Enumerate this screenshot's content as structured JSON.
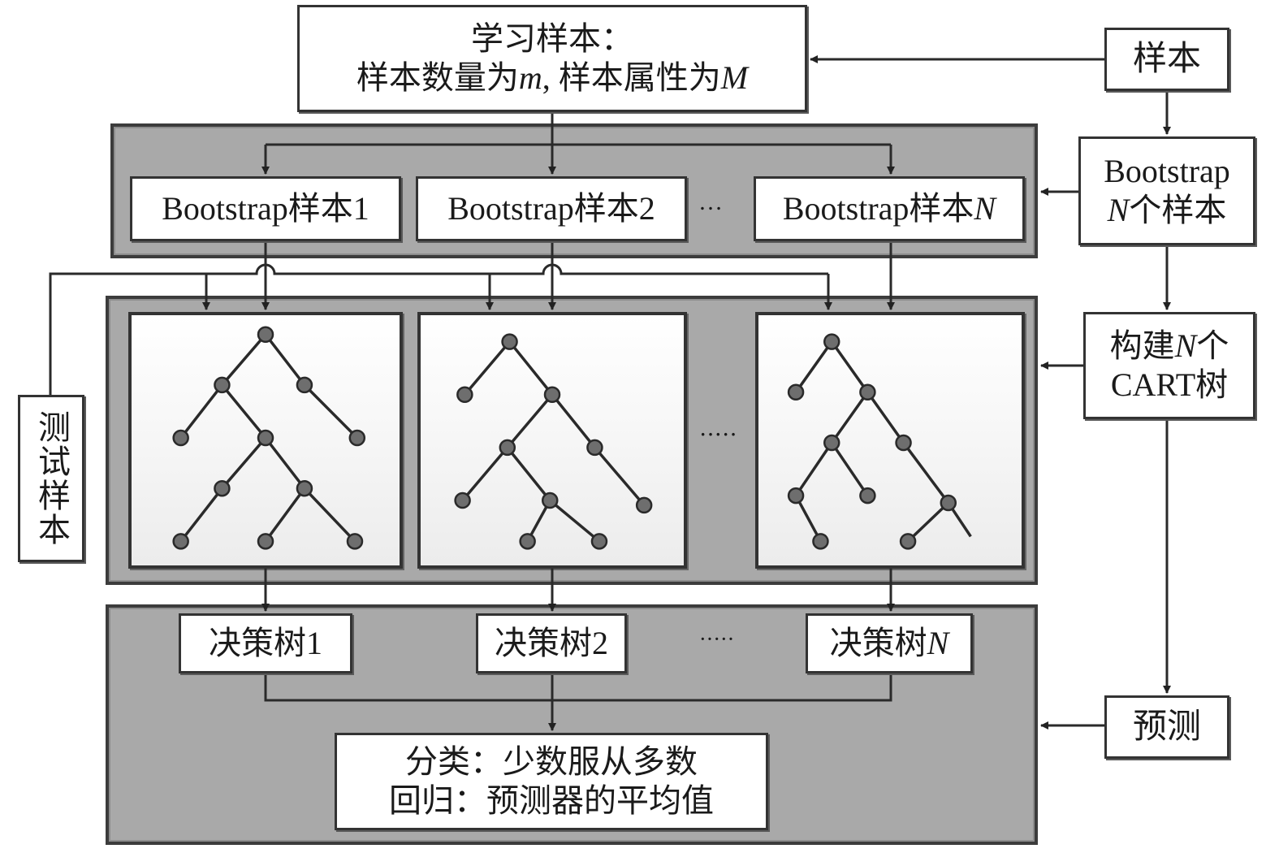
{
  "diagram": {
    "title": "Random Forest (Bootstrap + CART) workflow",
    "learning_sample": {
      "line1": "学习样本：",
      "line2_prefix": "样本数量为",
      "line2_m": "m",
      "line2_mid": ", 样本属性为",
      "line2_M": "M"
    },
    "side_steps": [
      {
        "id": "sample",
        "lines": [
          "样本"
        ]
      },
      {
        "id": "bootstrap",
        "line1": "Bootstrap",
        "line2_var": "N",
        "line2_text": "个样本"
      },
      {
        "id": "build",
        "line1_text": "构建",
        "line1_var": "N",
        "line1_suffix": "个",
        "line2": "CART树"
      },
      {
        "id": "predict",
        "lines": [
          "预测"
        ]
      }
    ],
    "bootstrap_samples": [
      {
        "prefix": "Bootstrap样本",
        "index": "1",
        "italic": false
      },
      {
        "prefix": "Bootstrap样本",
        "index": "2",
        "italic": false
      },
      {
        "prefix": "Bootstrap样本",
        "index": "N",
        "italic": true
      }
    ],
    "ellipsis": "…",
    "ellipsis_trees": "·····",
    "test_sample": "测试样本",
    "decision_trees": [
      {
        "prefix": "决策树",
        "index": "1",
        "italic": false
      },
      {
        "prefix": "决策树",
        "index": "2",
        "italic": false
      },
      {
        "prefix": "决策树",
        "index": "N",
        "italic": true
      }
    ],
    "result": {
      "line1": "分类：少数服从多数",
      "line2": "回归：预测器的平均值"
    },
    "trees": [
      {
        "name": "tree-1",
        "nodes": [
          [
            0.5,
            0.06
          ],
          [
            0.31,
            0.27
          ],
          [
            0.67,
            0.27
          ],
          [
            0.13,
            0.49
          ],
          [
            0.5,
            0.49
          ],
          [
            0.9,
            0.49
          ],
          [
            0.31,
            0.7
          ],
          [
            0.67,
            0.7
          ],
          [
            0.13,
            0.92
          ],
          [
            0.5,
            0.92
          ],
          [
            0.89,
            0.92
          ]
        ],
        "edges": [
          [
            0,
            1
          ],
          [
            0,
            2
          ],
          [
            1,
            3
          ],
          [
            1,
            4
          ],
          [
            2,
            5
          ],
          [
            4,
            6
          ],
          [
            4,
            7
          ],
          [
            6,
            8
          ],
          [
            7,
            9
          ],
          [
            7,
            10
          ]
        ]
      },
      {
        "name": "tree-2",
        "nodes": [
          [
            0.31,
            0.09
          ],
          [
            0.11,
            0.31
          ],
          [
            0.5,
            0.31
          ],
          [
            0.3,
            0.53
          ],
          [
            0.69,
            0.53
          ],
          [
            0.1,
            0.75
          ],
          [
            0.49,
            0.75
          ],
          [
            0.91,
            0.77
          ],
          [
            0.39,
            0.92
          ],
          [
            0.71,
            0.92
          ]
        ],
        "edges": [
          [
            0,
            1
          ],
          [
            0,
            2
          ],
          [
            2,
            3
          ],
          [
            2,
            4
          ],
          [
            3,
            5
          ],
          [
            3,
            6
          ],
          [
            4,
            7
          ],
          [
            6,
            8
          ],
          [
            6,
            9
          ]
        ]
      },
      {
        "name": "tree-N",
        "nodes": [
          [
            0.24,
            0.09
          ],
          [
            0.08,
            0.3
          ],
          [
            0.4,
            0.3
          ],
          [
            0.24,
            0.51
          ],
          [
            0.56,
            0.51
          ],
          [
            0.08,
            0.73
          ],
          [
            0.4,
            0.73
          ],
          [
            0.76,
            0.76
          ],
          [
            0.19,
            0.92
          ],
          [
            0.58,
            0.92
          ]
        ],
        "edges": [
          [
            0,
            1
          ],
          [
            0,
            2
          ],
          [
            2,
            3
          ],
          [
            2,
            4
          ],
          [
            3,
            5
          ],
          [
            3,
            6
          ],
          [
            4,
            7
          ],
          [
            5,
            8
          ],
          [
            7,
            9
          ]
        ],
        "dangling": [
          [
            7,
            0.86,
            0.9
          ]
        ]
      }
    ]
  }
}
